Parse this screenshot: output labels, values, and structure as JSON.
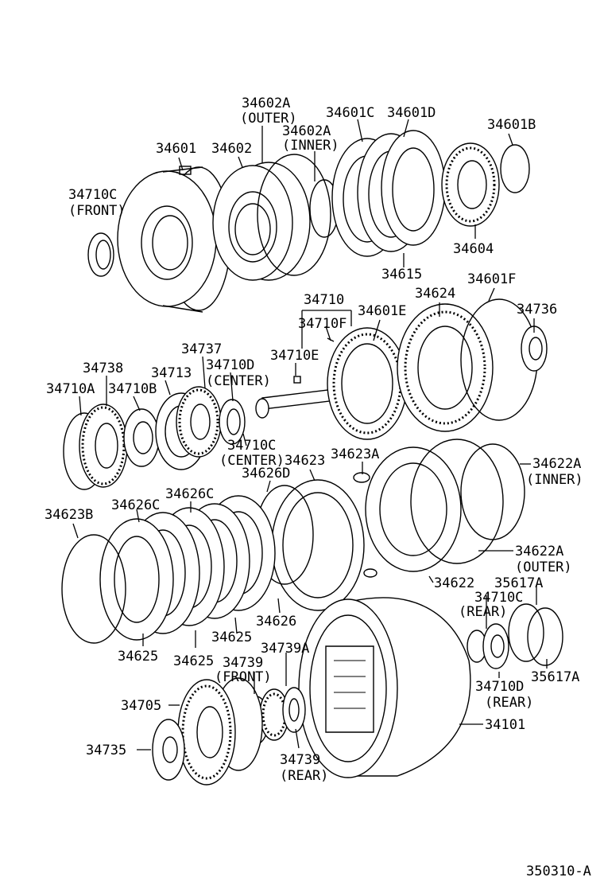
{
  "diagram_id": "350310-A",
  "labels": {
    "l34602A_outer_a": "34602A",
    "l34602A_outer_b": "(OUTER)",
    "l34601C": "34601C",
    "l34601D": "34601D",
    "l34602A_inner_a": "34602A",
    "l34602A_inner_b": "(INNER)",
    "l34601B": "34601B",
    "l34601": "34601",
    "l34602": "34602",
    "l34710C_front_a": "34710C",
    "l34710C_front_b": "(FRONT)",
    "l34604": "34604",
    "l34615": "34615",
    "l34710": "34710",
    "l34601E": "34601E",
    "l34624": "34624",
    "l34601F": "34601F",
    "l34736": "34736",
    "l34710F": "34710F",
    "l34710E": "34710E",
    "l34737": "34737",
    "l34738": "34738",
    "l34713": "34713",
    "l34710D_center_a": "34710D",
    "l34710D_center_b": "(CENTER)",
    "l34710A": "34710A",
    "l34710B": "34710B",
    "l34710C_center_a": "34710C",
    "l34710C_center_b": "(CENTER)",
    "l34623": "34623",
    "l34623A": "34623A",
    "l34622A_inner_a": "34622A",
    "l34622A_inner_b": "(INNER)",
    "l34626D": "34626D",
    "l34623B": "34623B",
    "l34626C_a": "34626C",
    "l34626C_b": "34626C",
    "l34622A_outer_a": "34622A",
    "l34622A_outer_b": "(OUTER)",
    "l34622": "34622",
    "l35617A_top": "35617A",
    "l34710C_rear_a": "34710C",
    "l34710C_rear_b": "(REAR)",
    "l34626": "34626",
    "l34625_mid": "34625",
    "l34625_left": "34625",
    "l34625_center": "34625",
    "l34739A": "34739A",
    "l34739_front_a": "34739",
    "l34739_front_b": "(FRONT)",
    "l35617A_bot": "35617A",
    "l34710D_rear_a": "34710D",
    "l34710D_rear_b": "(REAR)",
    "l34705": "34705",
    "l34101": "34101",
    "l34735": "34735",
    "l34739_rear_a": "34739",
    "l34739_rear_b": "(REAR)"
  }
}
